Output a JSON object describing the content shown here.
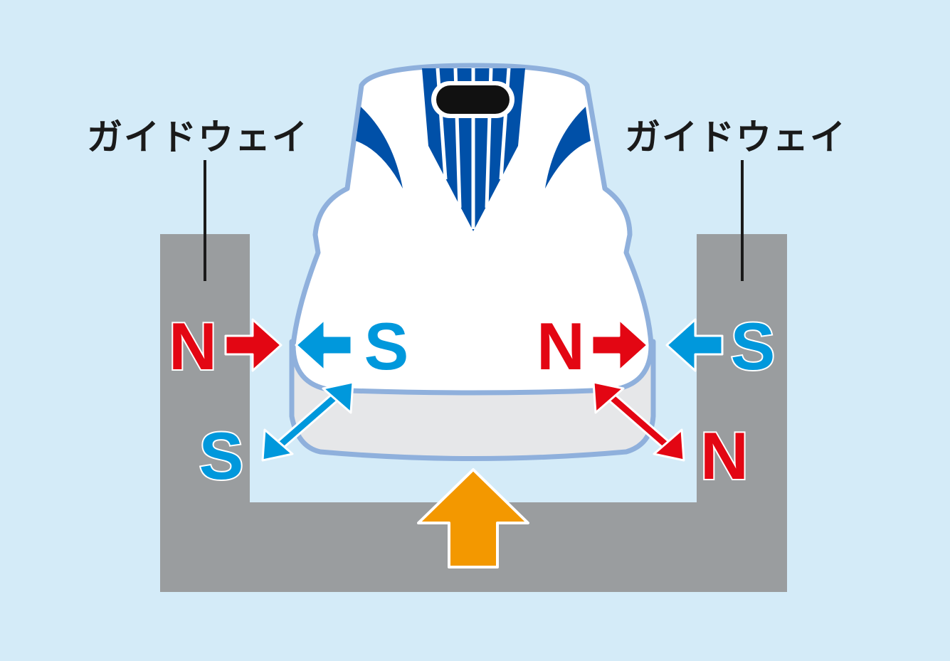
{
  "guideway_label_left": "ガイドウェイ",
  "guideway_label_right": "ガイドウェイ",
  "poles": {
    "left_guideway_upper": "N",
    "left_train_upper": "S",
    "left_lower": "S",
    "right_train_upper": "N",
    "right_guideway_upper": "S",
    "right_lower": "N"
  },
  "colors": {
    "background": "#d4ebf8",
    "guideway": "#9a9d9f",
    "north": "#e30613",
    "south": "#0098dc",
    "lift_arrow": "#f39800",
    "train_stripe": "#0050a8",
    "train_outline": "#8fb0dc"
  }
}
